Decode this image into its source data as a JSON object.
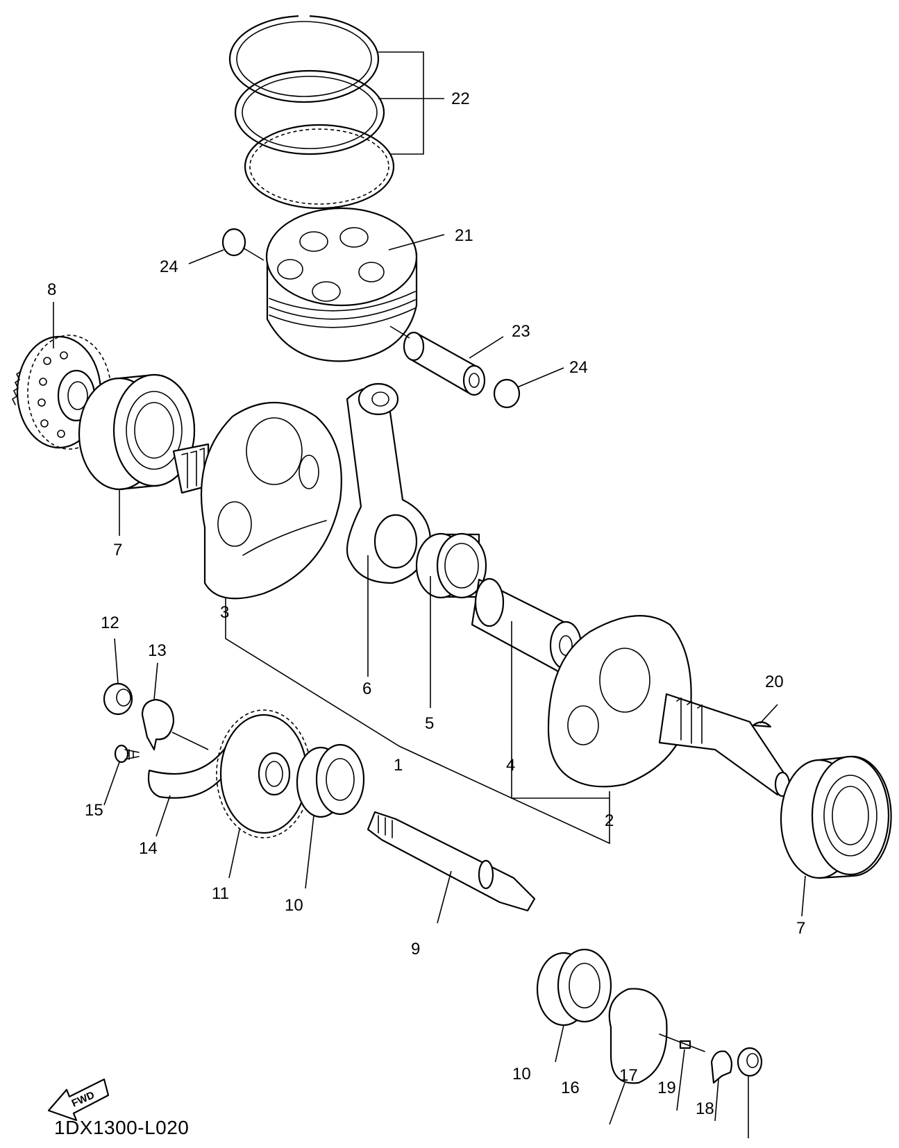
{
  "callouts": {
    "c1": "1",
    "c2": "2",
    "c3": "3",
    "c4": "4",
    "c5": "5",
    "c6": "6",
    "c7": "7",
    "c8": "8",
    "c9": "9",
    "c10": "10",
    "c11": "11",
    "c12": "12",
    "c13": "13",
    "c14": "14",
    "c15": "15",
    "c16": "16",
    "c17": "17",
    "c18": "18",
    "c19": "19",
    "c20": "20",
    "c21": "21",
    "c22": "22",
    "c23": "23",
    "c24": "24"
  },
  "fwd_badge": "FWD",
  "reference_code": "1DX1300-L020"
}
